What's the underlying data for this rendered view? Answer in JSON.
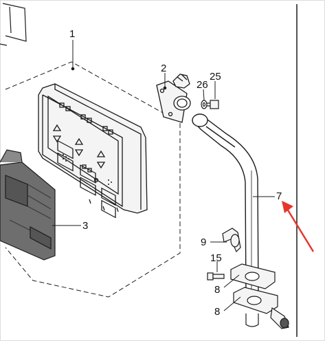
{
  "callouts": [
    {
      "id": "c1",
      "text": "1"
    },
    {
      "id": "c2",
      "text": "2"
    },
    {
      "id": "c26",
      "text": "26"
    },
    {
      "id": "c25",
      "text": "25"
    },
    {
      "id": "c7",
      "text": "7"
    },
    {
      "id": "c3",
      "text": "3"
    },
    {
      "id": "c9",
      "text": "9"
    },
    {
      "id": "c15",
      "text": "15"
    },
    {
      "id": "c8a",
      "text": "8"
    },
    {
      "id": "c8b",
      "text": "8"
    }
  ],
  "colors": {
    "line": "#1a1a1a",
    "cover_fill": "#6e6e6e",
    "arrow": "#e8352b",
    "panel_fill": "#f4f4f4"
  }
}
